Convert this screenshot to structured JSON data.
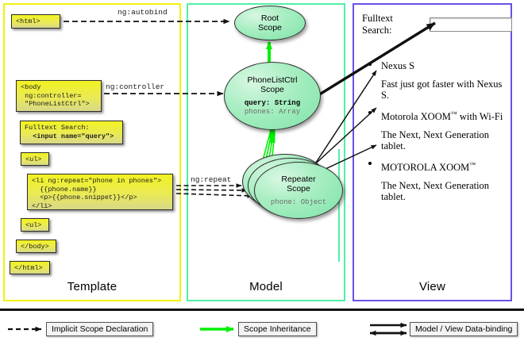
{
  "columns": [
    {
      "key": "template",
      "label": "Template",
      "border": "#f2f20f"
    },
    {
      "key": "model",
      "label": "Model",
      "border": "#4ff0a8"
    },
    {
      "key": "view",
      "label": "View",
      "border": "#6a51e6"
    }
  ],
  "template": {
    "boxes": [
      {
        "name": "html-open",
        "text": "<html>"
      },
      {
        "name": "body-open",
        "text": "<body\n ng:controller=\n \"PhoneListCtrl\">"
      },
      {
        "name": "search-field",
        "plain": "Fulltext Search:",
        "bold": "<input name=\"query\">"
      },
      {
        "name": "ul-open",
        "text": "<ul>"
      },
      {
        "name": "li-repeat",
        "text": "<li ng:repeat=\"phone in phones\">\n  {{phone.name}}\n  <p>{{phone.snippet}}</p>\n</li>"
      },
      {
        "name": "ul-close",
        "text": "<ul>"
      },
      {
        "name": "body-close",
        "text": "</body>"
      },
      {
        "name": "html-close",
        "text": "</html>"
      }
    ]
  },
  "connectors": [
    {
      "name": "ng-autobind",
      "label": "ng:autobind"
    },
    {
      "name": "ng-controller",
      "label": "ng:controller"
    },
    {
      "name": "ng-repeat",
      "label": "ng:repeat"
    }
  ],
  "model": {
    "scopes": [
      {
        "name": "root-scope",
        "title_line1": "Root",
        "title_line2": "Scope",
        "props": []
      },
      {
        "name": "phonelistctrl-scope",
        "title_line1": "PhoneListCtrl",
        "title_line2": "Scope",
        "props": [
          {
            "text": "query: String",
            "emphasis": "bold"
          },
          {
            "text": "phones: Array",
            "emphasis": "dim"
          }
        ]
      },
      {
        "name": "repeater-scope",
        "title_line1": "Repeater",
        "title_line2": "Scope",
        "props": [
          {
            "text": "phone: Object",
            "emphasis": "dim"
          }
        ]
      }
    ]
  },
  "view": {
    "search_label": "Fulltext Search:",
    "search_value": "",
    "search_placeholder": "",
    "phones": [
      {
        "name": "Nexus S",
        "snippet": "Fast just got faster with Nexus S."
      },
      {
        "name": "Motorola XOOM™  with Wi-Fi",
        "snippet": "The Next, Next Generation tablet."
      },
      {
        "name": "MOTOROLA XOOM™",
        "snippet": "The Next, Next Generation tablet."
      }
    ]
  },
  "legend": [
    {
      "name": "implicit-scope-declaration",
      "label": "Implicit Scope Declaration",
      "style": "dashed-arrow",
      "color": "#000000"
    },
    {
      "name": "scope-inheritance",
      "label": "Scope Inheritance",
      "style": "solid-arrow",
      "color": "#00ef00"
    },
    {
      "name": "model-view-data-binding",
      "label": "Model / View Data-binding",
      "style": "double-arrow",
      "color": "#000000"
    }
  ],
  "colors": {
    "template_border": "#f2f20f",
    "model_border": "#4ff0a8",
    "view_border": "#6a51e6",
    "inheritance_green": "#00ef00",
    "code_yellow": "#f2f222"
  }
}
